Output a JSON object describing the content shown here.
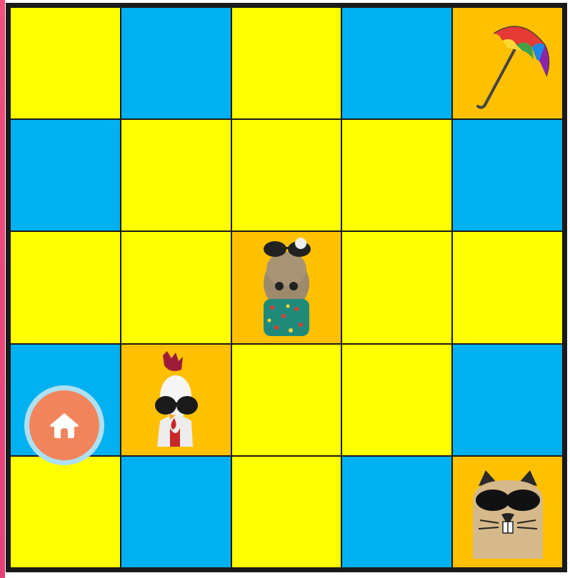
{
  "board": {
    "rows": 5,
    "columns": 5,
    "colors": {
      "yellow": "#ffff00",
      "blue": "#00b0f0",
      "orange": "#ffc000",
      "grid_line": "#1a1a1a"
    },
    "cells": [
      [
        "yellow",
        "blue",
        "yellow",
        "blue",
        "orange"
      ],
      [
        "blue",
        "yellow",
        "yellow",
        "yellow",
        "blue"
      ],
      [
        "yellow",
        "yellow",
        "orange",
        "yellow",
        "yellow"
      ],
      [
        "blue",
        "orange",
        "yellow",
        "yellow",
        "blue"
      ],
      [
        "yellow",
        "blue",
        "yellow",
        "blue",
        "orange"
      ]
    ],
    "pieces": [
      {
        "name": "umbrella",
        "icon": "umbrella-icon",
        "row": 1,
        "col": 5
      },
      {
        "name": "hippo-with-sunglasses",
        "icon": "hippo-icon",
        "row": 3,
        "col": 3
      },
      {
        "name": "rooster-with-sunglasses",
        "icon": "rooster-icon",
        "row": 4,
        "col": 2
      },
      {
        "name": "beaver-with-sunglasses",
        "icon": "beaver-icon",
        "row": 5,
        "col": 5
      }
    ]
  },
  "home_button": {
    "icon": "home-icon",
    "color": "#f2845c",
    "ring_color": "#ade0f0"
  }
}
